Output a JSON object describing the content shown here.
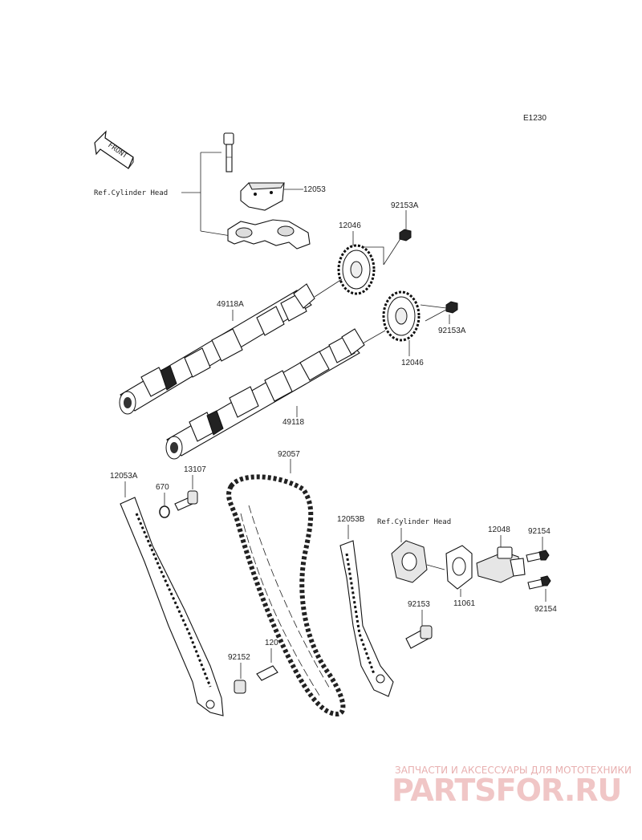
{
  "diagram_code": "E1230",
  "front_label": "FRONT",
  "refs": {
    "cylinder_head_top": "Ref.Cylinder Head",
    "cylinder_head_tensioner": "Ref.Cylinder Head"
  },
  "parts": {
    "p12053": "12053",
    "p92153A_top": "92153A",
    "p12046_top": "12046",
    "p49118A": "49118A",
    "p92153A_right": "92153A",
    "p12046_right": "12046",
    "p49118": "49118",
    "p92057": "92057",
    "p12053A": "12053A",
    "p13107": "13107",
    "p670": "670",
    "p12053B": "12053B",
    "p12048": "12048",
    "p92154_top": "92154",
    "p11061": "11061",
    "p92154_bottom": "92154",
    "p92153": "92153",
    "p92152": "92152",
    "p120": "120"
  },
  "watermark": {
    "caption": "ЗАПЧАСТИ И АКСЕССУАРЫ ДЛЯ МОТОТЕХНИКИ",
    "logo": "PARTSFOR.RU"
  }
}
